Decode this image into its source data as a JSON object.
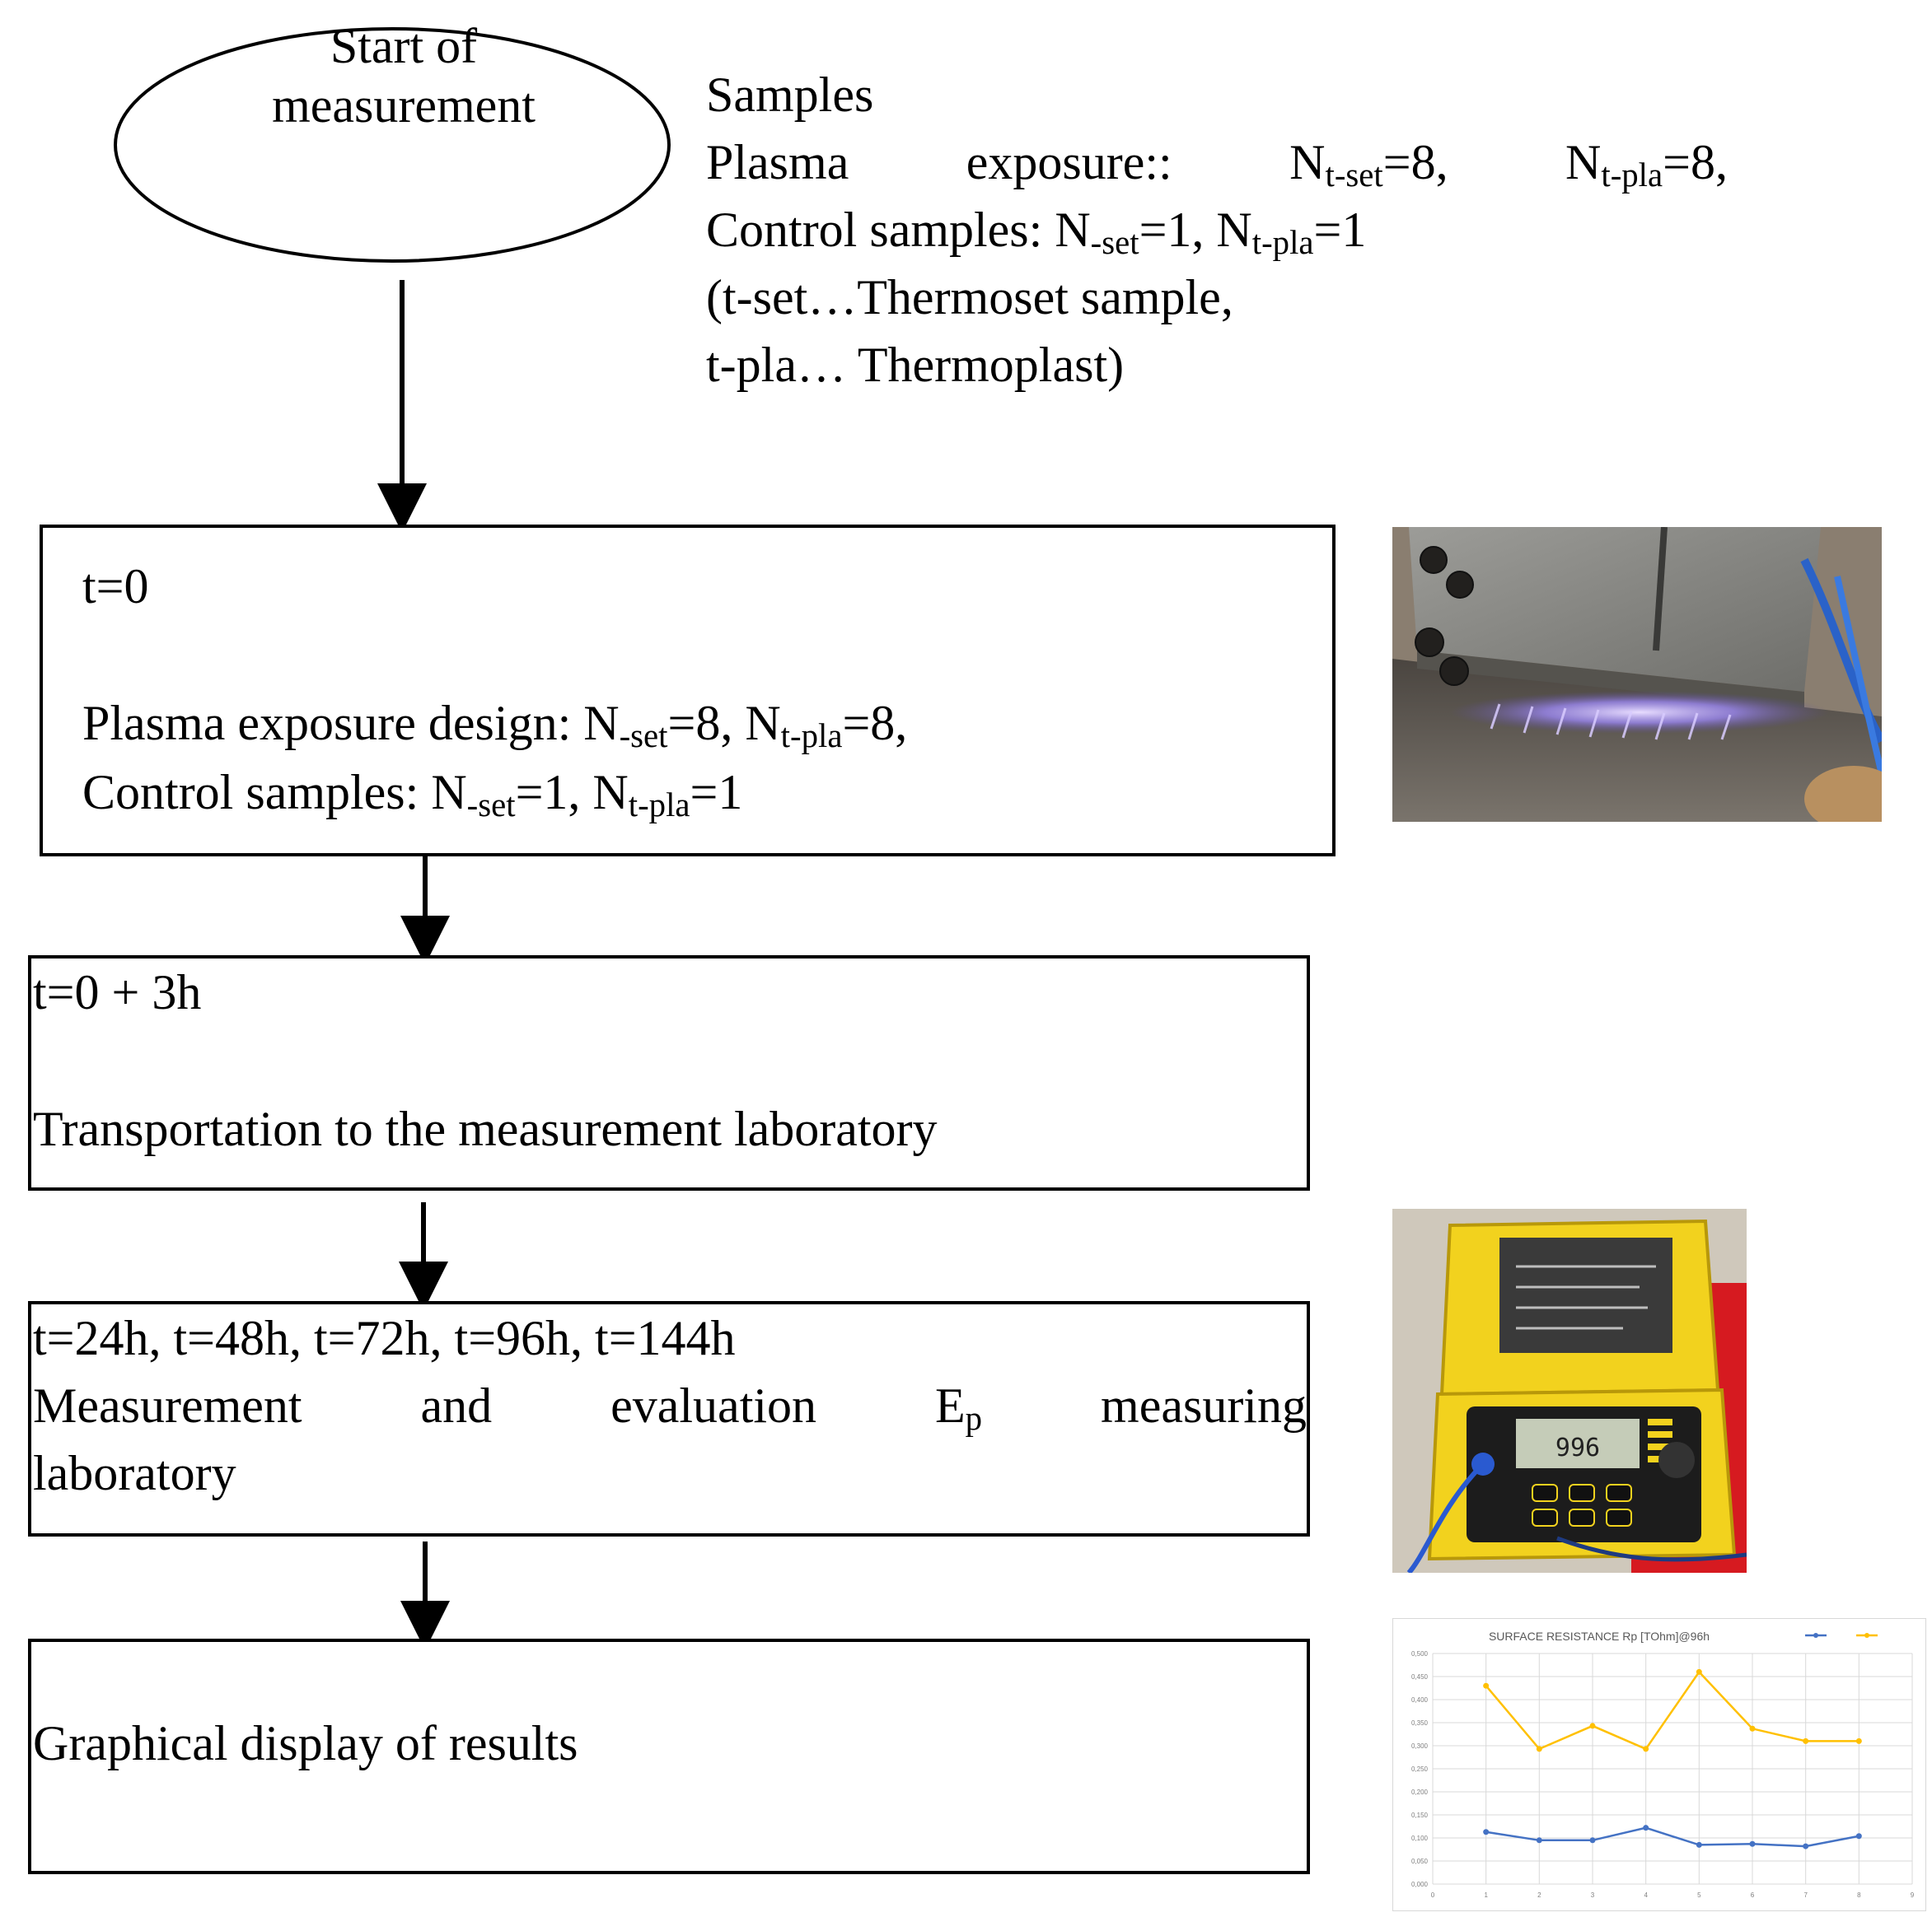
{
  "start": {
    "line1": "Start of",
    "line2": "measurement"
  },
  "samples": {
    "heading": "Samples",
    "line2_w1": "Plasma",
    "line2_w2": "exposure::",
    "n_letter": "N",
    "sub_tset": "t-set",
    "sub_tpla": "t-pla",
    "sub_set": "-set",
    "eq8_comma": "=8,",
    "eq1_comma": "=1,",
    "eq1": "=1",
    "control_label": "Control samples:",
    "line4": "(t-set…Thermoset sample,",
    "line5": "t-pla… Thermoplast)"
  },
  "step1": {
    "time": "t=0",
    "design_label": "Plasma exposure design:",
    "control_label": "Control samples:"
  },
  "step2": {
    "time": "t=0 + 3h",
    "desc": "Transportation to the measurement laboratory"
  },
  "step3": {
    "times": "t=24h, t=48h, t=72h, t=96h, t=144h",
    "w1": "Measurement",
    "w2": "and",
    "w3": "evaluation",
    "w4": "E",
    "w4_sub": "p",
    "w5": "measuring",
    "line3": "laboratory"
  },
  "step4": {
    "desc": "Graphical display of results"
  },
  "meter_display": "996",
  "chart_data": {
    "type": "line",
    "title": "SURFACE RESISTANCE  Rp [TOhm]@96h",
    "x": [
      1,
      2,
      3,
      4,
      5,
      6,
      7,
      8
    ],
    "x_ticks": [
      "0",
      "1",
      "2",
      "3",
      "4",
      "5",
      "6",
      "7",
      "8",
      "9"
    ],
    "xlim": [
      0,
      9
    ],
    "y_ticks": [
      "0,000",
      "0,050",
      "0,100",
      "0,150",
      "0,200",
      "0,250",
      "0,300",
      "0,350",
      "0,400",
      "0,450",
      "0,500"
    ],
    "ylim": [
      0,
      0.5
    ],
    "grid": true,
    "legend_position": "top-right",
    "series": [
      {
        "color": "#4472c4",
        "values": [
          0.113,
          0.095,
          0.095,
          0.122,
          0.085,
          0.087,
          0.082,
          0.104
        ]
      },
      {
        "color": "#ffc000",
        "values": [
          0.43,
          0.293,
          0.343,
          0.293,
          0.46,
          0.337,
          0.31,
          0.31
        ]
      }
    ]
  }
}
